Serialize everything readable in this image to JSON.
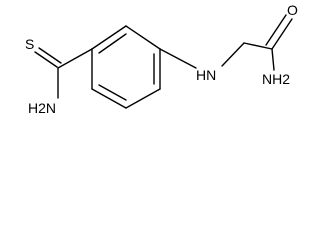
{
  "molecule": {
    "atoms": {
      "thione_s": "S",
      "thioamide_nh2": "H2N",
      "amine_nh": "HN",
      "carbonyl_o": "O",
      "amide_nh2": "NH2"
    }
  },
  "colors": {
    "bond": "#000000",
    "background": "#ffffff"
  }
}
